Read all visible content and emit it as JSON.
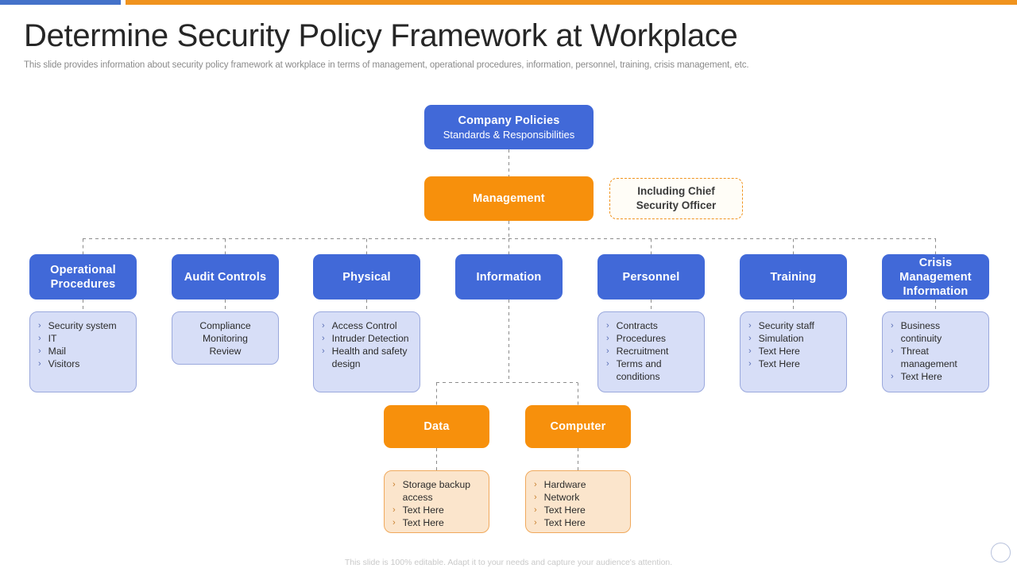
{
  "header": {
    "title": "Determine Security Policy Framework at Workplace",
    "subtitle": "This slide provides information about security policy framework at workplace in terms of management, operational procedures, information, personnel, training, crisis management, etc."
  },
  "colors": {
    "accent_blue": "#4472c9",
    "accent_orange": "#f0931e",
    "node_blue": "#4169d8",
    "node_orange": "#f7900c",
    "panel_blue_fill": "#d7def7",
    "panel_blue_border": "#9aa8dd",
    "panel_peach_fill": "#fbe5cc",
    "panel_peach_border": "#f0a95c"
  },
  "diagram": {
    "root": {
      "title": "Company Policies",
      "subtitle": "Standards & Responsibilities"
    },
    "management": {
      "title": "Management"
    },
    "cso_note": {
      "line1": "Including Chief",
      "line2": "Security Officer"
    },
    "categories": [
      {
        "title": "Operational Procedures",
        "items": [
          "Security system",
          "IT",
          "Mail",
          "Visitors"
        ],
        "style": "bulleted"
      },
      {
        "title": "Audit Controls",
        "items": [
          "Compliance",
          "Monitoring",
          "Review"
        ],
        "style": "centered"
      },
      {
        "title": "Physical",
        "items": [
          "Access Control",
          "Intruder Detection",
          "Health and safety design"
        ],
        "style": "bulleted"
      },
      {
        "title": "Information",
        "items": [],
        "style": "none"
      },
      {
        "title": "Personnel",
        "items": [
          "Contracts",
          "Procedures",
          "Recruitment",
          "Terms and conditions"
        ],
        "style": "bulleted"
      },
      {
        "title": "Training",
        "items": [
          "Security staff",
          "Simulation",
          "Text Here",
          "Text Here"
        ],
        "style": "bulleted"
      },
      {
        "title": "Crisis Management Information",
        "items": [
          "Business continuity",
          "Threat management",
          "Text Here"
        ],
        "style": "bulleted"
      }
    ],
    "sub_branches": [
      {
        "title": "Data",
        "items": [
          "Storage backup access",
          "Text Here",
          "Text Here"
        ]
      },
      {
        "title": "Computer",
        "items": [
          "Hardware",
          "Network",
          "Text Here",
          "Text Here"
        ]
      }
    ]
  },
  "footer": {
    "note": "This slide is 100% editable. Adapt it to your needs and capture your audience's attention."
  }
}
